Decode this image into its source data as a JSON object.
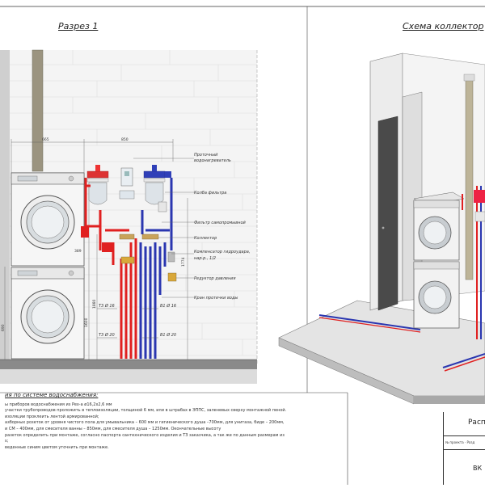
{
  "titles": {
    "left": "Разрез 1",
    "right": "Схема коллектор"
  },
  "dimensions": {
    "d665": "665",
    "d850": "850",
    "d389": "389",
    "d1774": "1774",
    "d1880": "1880",
    "d1600": "1600",
    "d690": "690"
  },
  "pipe_labels": {
    "t3_16": "Т3 Ø 16",
    "b1_16": "В1 Ø 16",
    "t3_20": "Т3 Ø 20",
    "b1_20": "В1 Ø 20"
  },
  "callouts": [
    "Проточный",
    "водонагреватель",
    "Колба фильтра",
    "Фильтр самопромывной",
    "Коллектор",
    "Компенсатор гидроудара,",
    "нар.р., 1/2",
    "Редуктор давления",
    "Кран протечки воды"
  ],
  "notes": {
    "heading": "ия по системе водоснабжения:",
    "lines": [
      "ы приборов водоснабжения из Pex-а ø16,2х2,6 мм",
      "участки трубопроводов проложить в теплоизоляции, толщиной 6 мм, или в штрабах в ЭППС, заленевых сверху монтажной пеной.",
      "изоляции проклеить лентой армированной;",
      "азборных розеток от уровня чистого пола для умывальника – 600 мм и гигиенического душа –700мм, для унитаза, биде – 200мм,",
      "и СМ – 400мм, для смесителя ванны – 850мм, для смесителя душа – 1250мм. Окончательные высоту",
      "разеток определить при монтаже, согласно паспорта сантехнического изделия и ТЗ заказчика, а так же по данным размерам из",
      "s;",
      "веденные синим цветом уточнить при монтаже."
    ]
  },
  "title_block": {
    "top": "Распр",
    "project_label": "№ проекта · Разд",
    "code": "ВК"
  }
}
